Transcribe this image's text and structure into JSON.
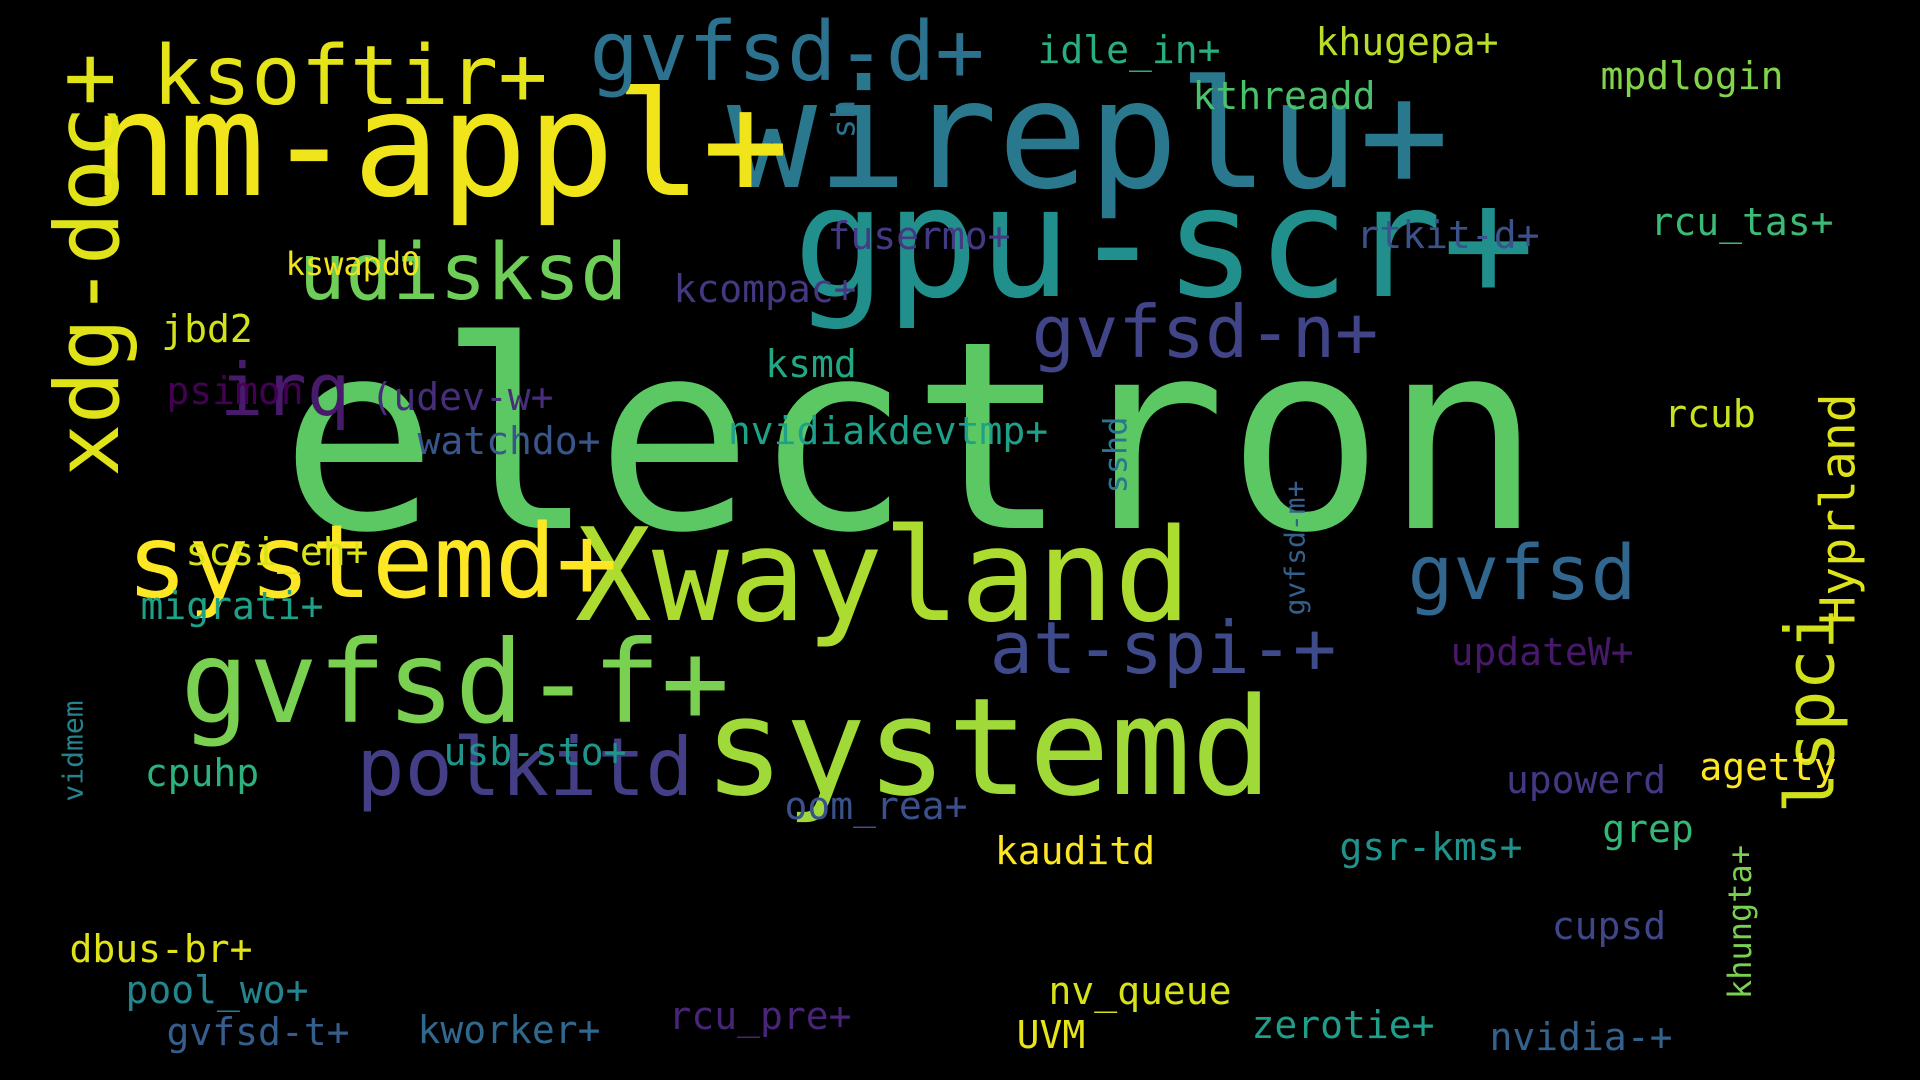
{
  "background": "#000000",
  "words": [
    {
      "text": "electron",
      "color": "#5cc863",
      "vertical": false
    },
    {
      "text": "gpu-scr+",
      "color": "#21908d",
      "vertical": false
    },
    {
      "text": "wireplu+",
      "color": "#2a788e",
      "vertical": false
    },
    {
      "text": "nm-appl+",
      "color": "#f0e51b",
      "vertical": false
    },
    {
      "text": "systemd",
      "color": "#a0da39",
      "vertical": false
    },
    {
      "text": "Xwayland",
      "color": "#addc30",
      "vertical": false
    },
    {
      "text": "gvfsd-f+",
      "color": "#7ad151",
      "vertical": false
    },
    {
      "text": "systemd+",
      "color": "#fde725",
      "vertical": false
    },
    {
      "text": "xdg-doc+",
      "color": "#dfe318",
      "vertical": true
    },
    {
      "text": "ksoftir+",
      "color": "#e5e419",
      "vertical": false
    },
    {
      "text": "gvfsd-d+",
      "color": "#2c728e",
      "vertical": false
    },
    {
      "text": "udisksd",
      "color": "#6ece58",
      "vertical": false
    },
    {
      "text": "gvfsd-n+",
      "color": "#414487",
      "vertical": false
    },
    {
      "text": "irq",
      "color": "#481a6c",
      "vertical": false
    },
    {
      "text": "polkitd",
      "color": "#433e85",
      "vertical": false
    },
    {
      "text": "at-spi-+",
      "color": "#3e4a89",
      "vertical": false
    },
    {
      "text": "gvfsd",
      "color": "#31668e",
      "vertical": false
    },
    {
      "text": "lspci",
      "color": "#d0e11c",
      "vertical": true
    },
    {
      "text": "Hyprland",
      "color": "#dde318",
      "vertical": true
    },
    {
      "text": "idle_in+",
      "color": "#29af7f",
      "vertical": false
    },
    {
      "text": "khugepa+",
      "color": "#b8de29",
      "vertical": false
    },
    {
      "text": "kthreadd",
      "color": "#4ac16d",
      "vertical": false
    },
    {
      "text": "mpdlogin",
      "color": "#84d44b",
      "vertical": false
    },
    {
      "text": "sh",
      "color": "#2d708e",
      "vertical": true
    },
    {
      "text": "fusermo+",
      "color": "#443a83",
      "vertical": false
    },
    {
      "text": "rtkit-d+",
      "color": "#3b528b",
      "vertical": false
    },
    {
      "text": "rcu_tas+",
      "color": "#3bbb75",
      "vertical": false
    },
    {
      "text": "kswapd0",
      "color": "#f1e51d",
      "vertical": false
    },
    {
      "text": "kcompac+",
      "color": "#453781",
      "vertical": false
    },
    {
      "text": "jbd2",
      "color": "#d2e21b",
      "vertical": false
    },
    {
      "text": "ksmd",
      "color": "#22a884",
      "vertical": false
    },
    {
      "text": "psimon",
      "color": "#440154",
      "vertical": false
    },
    {
      "text": "(udev-w+",
      "color": "#472d7b",
      "vertical": false
    },
    {
      "text": "watchdo+",
      "color": "#39568c",
      "vertical": false
    },
    {
      "text": "nvidiakdevtmp+",
      "color": "#1fa088",
      "vertical": false
    },
    {
      "text": "rcub",
      "color": "#cae11f",
      "vertical": false
    },
    {
      "text": "sshd",
      "color": "#2a768e",
      "vertical": true
    },
    {
      "text": "gvfsd-m+",
      "color": "#355f8d",
      "vertical": true
    },
    {
      "text": "scsi_eh+",
      "color": "#d8e219",
      "vertical": false
    },
    {
      "text": "migrati+",
      "color": "#1fa187",
      "vertical": false
    },
    {
      "text": "updateW+",
      "color": "#48186a",
      "vertical": false
    },
    {
      "text": "usb-sto+",
      "color": "#1f968b",
      "vertical": false
    },
    {
      "text": "vidmem",
      "color": "#26828e",
      "vertical": true
    },
    {
      "text": "cpuhp",
      "color": "#2db27d",
      "vertical": false
    },
    {
      "text": "agetty",
      "color": "#fde725",
      "vertical": false
    },
    {
      "text": "upowerd",
      "color": "#453882",
      "vertical": false
    },
    {
      "text": "oom_rea+",
      "color": "#3b518b",
      "vertical": false
    },
    {
      "text": "grep",
      "color": "#35b779",
      "vertical": false
    },
    {
      "text": "gsr-kms+",
      "color": "#21918c",
      "vertical": false
    },
    {
      "text": "kauditd",
      "color": "#fde725",
      "vertical": false
    },
    {
      "text": "khungta+",
      "color": "#7ad151",
      "vertical": true
    },
    {
      "text": "cupsd",
      "color": "#3f4788",
      "vertical": false
    },
    {
      "text": "dbus-br+",
      "color": "#dfe318",
      "vertical": false
    },
    {
      "text": "pool_wo+",
      "color": "#25858e",
      "vertical": false
    },
    {
      "text": "nv_queue",
      "color": "#d8e219",
      "vertical": false
    },
    {
      "text": "gvfsd-t+",
      "color": "#355e8d",
      "vertical": false
    },
    {
      "text": "kworker+",
      "color": "#31688e",
      "vertical": false
    },
    {
      "text": "rcu_pre+",
      "color": "#482576",
      "vertical": false
    },
    {
      "text": "UVM",
      "color": "#e7e419",
      "vertical": false
    },
    {
      "text": "zerotie+",
      "color": "#1f9e89",
      "vertical": false
    },
    {
      "text": "nvidia-+",
      "color": "#33628d",
      "vertical": false
    }
  ]
}
